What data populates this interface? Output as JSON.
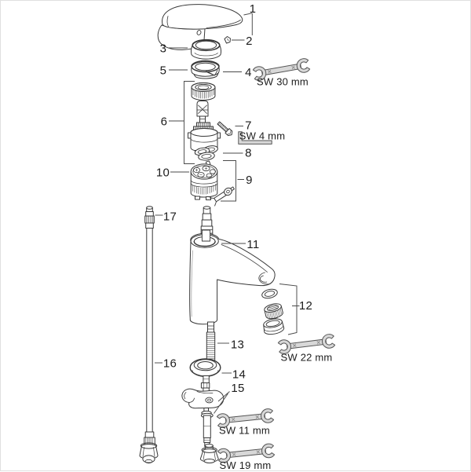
{
  "diagram": {
    "kind": "exploded-parts-diagram",
    "labels": {
      "p1": "1",
      "p2": "2",
      "p3": "3",
      "p4": "4",
      "p5": "5",
      "p6": "6",
      "p7": "7",
      "p8": "8",
      "p9": "9",
      "p10": "10",
      "p11": "11",
      "p12": "12",
      "p13": "13",
      "p14": "14",
      "p15": "15",
      "p16": "16",
      "p17": "17"
    },
    "tools": {
      "sw30": "SW 30 mm",
      "sw4": "SW 4 mm",
      "sw22": "SW 22 mm",
      "sw11": "SW 11 mm",
      "sw19": "SW 19 mm"
    },
    "colors": {
      "line": "#383838",
      "leader": "#4a4a4a",
      "tool_fill": "#d8d8d8",
      "tool_stroke": "#555555",
      "text": "#1c1c1c",
      "background": "#ffffff"
    }
  }
}
